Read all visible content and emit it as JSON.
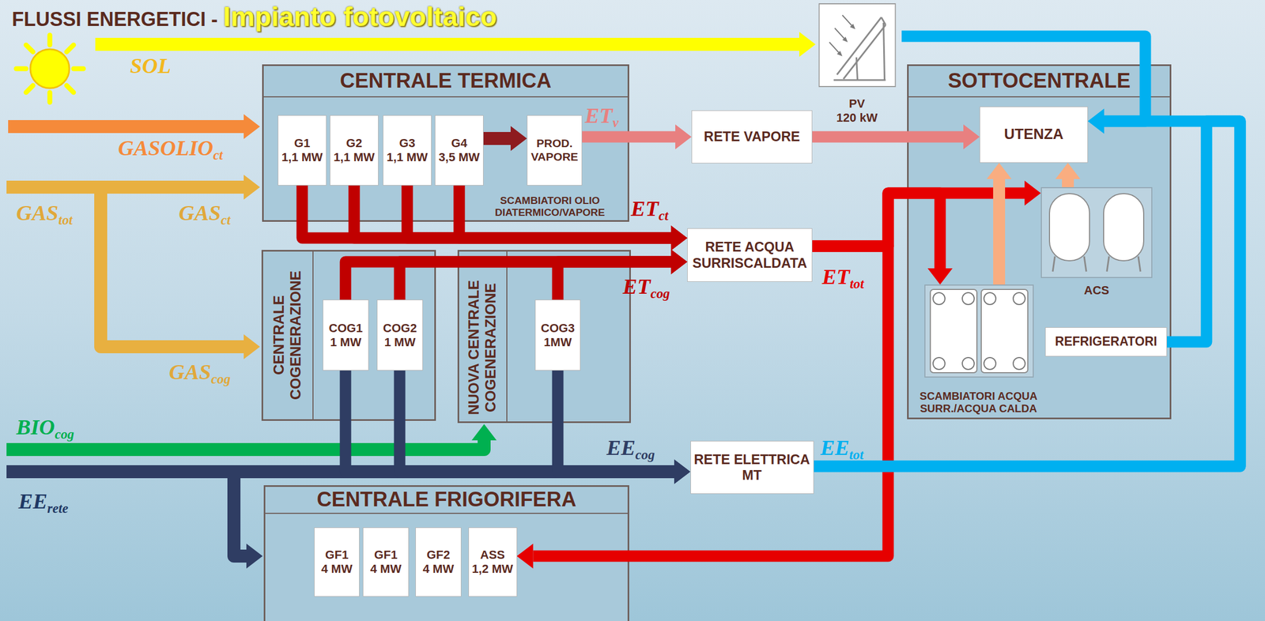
{
  "diagram": {
    "title": "FLUSSI ENERGETICI - Impianto fotovoltaico",
    "nodes": [
      {
        "text": [
          "CENTRALE TERMICA"
        ]
      },
      {
        "text": [
          "G1 1,1 MW"
        ],
        "in": 0
      },
      {
        "text": [
          "G2 1,1 MW"
        ],
        "in": 0
      },
      {
        "text": [
          "G3 1,1 MW"
        ],
        "in": 0
      },
      {
        "text": [
          "G4 3,5 MW"
        ],
        "in": 0
      },
      {
        "text": [
          "PROD. VAPORE"
        ],
        "in": 0
      },
      {
        "text": [
          "PV 120 kW"
        ]
      },
      {
        "text": [
          "SOTTOCENTRALE"
        ]
      },
      {
        "text": [
          "UTENZA"
        ],
        "in": 7
      },
      {
        "text": [
          "ACS"
        ],
        "in": 7
      },
      {
        "text": [
          "SCAMBIATORI ACQUA SURR./ACQUA CALDA"
        ],
        "in": 7
      },
      {
        "text": [
          "REFRIGERATORI"
        ],
        "in": 7
      },
      {
        "text": [
          "RETE VAPORE"
        ]
      },
      {
        "text": [
          "RETE ACQUA SURRISCALDATA"
        ]
      },
      {
        "text": [
          "CENTRALE COGENERAZIONE"
        ]
      },
      {
        "text": [
          "COG1 1 MW"
        ],
        "in": 14
      },
      {
        "text": [
          "COG2 1 MW"
        ],
        "in": 14
      },
      {
        "text": [
          "NUOVA CENTRALE COGENERAZIONE"
        ]
      },
      {
        "text": [
          "COG3 1MW"
        ],
        "in": 17
      },
      {
        "text": [
          "RETE ELETTRICA MT"
        ]
      },
      {
        "text": [
          "CENTRALE FRIGORIFERA"
        ]
      },
      {
        "text": [
          "GF1 4 MW"
        ],
        "in": 20
      },
      {
        "text": [
          "GF1 4 MW"
        ],
        "in": 20
      },
      {
        "text": [
          "GF2 4 MW"
        ],
        "in": 20
      },
      {
        "text": [
          "ASS 1,2 MW"
        ],
        "in": 20
      }
    ],
    "edges": [
      {
        "from": 1,
        "to": 13,
        "arrow": "to"
      },
      {
        "from": 2,
        "to": 13,
        "arrow": "to"
      },
      {
        "from": 3,
        "to": 13,
        "arrow": "to"
      },
      {
        "from": 4,
        "to": 13,
        "label": "ETct",
        "arrow": "to"
      },
      {
        "from": 4,
        "to": 5,
        "arrow": "to"
      },
      {
        "from": 5,
        "to": 12,
        "label": "ETv",
        "arrow": "to"
      },
      {
        "from": 12,
        "to": 8,
        "arrow": "to"
      },
      {
        "from": 15,
        "to": 13,
        "arrow": "to"
      },
      {
        "from": 16,
        "to": 13,
        "arrow": "to"
      },
      {
        "from": 18,
        "to": 13,
        "label": "ETcog",
        "arrow": "to"
      },
      {
        "from": 15,
        "to": 19,
        "arrow": "to"
      },
      {
        "from": 16,
        "to": 19,
        "arrow": "to"
      },
      {
        "from": 18,
        "to": 19,
        "label": "EEcog",
        "arrow": "to"
      },
      {
        "from": 13,
        "to": 10,
        "label": "ETtot",
        "arrow": "to"
      },
      {
        "from": 13,
        "to": 9,
        "arrow": "to"
      },
      {
        "from": 13,
        "to": 24,
        "arrow": "to"
      },
      {
        "from": 10,
        "to": 8,
        "arrow": "to"
      },
      {
        "from": 9,
        "to": 8,
        "arrow": "to"
      },
      {
        "from": 19,
        "to": 8,
        "label": "EEtot",
        "arrow": "to"
      },
      {
        "from": 19,
        "to": 11,
        "arrow": "none"
      },
      {
        "from": 6,
        "to": 8,
        "arrow": "to"
      }
    ],
    "labels": [
      "SOL",
      "GASOLIOct",
      "GAStot",
      "GASct",
      "GAScog",
      "BIOcog",
      "EErete",
      "SCAMBIATORI OLIO DIATERMICO/VAPORE"
    ]
  }
}
